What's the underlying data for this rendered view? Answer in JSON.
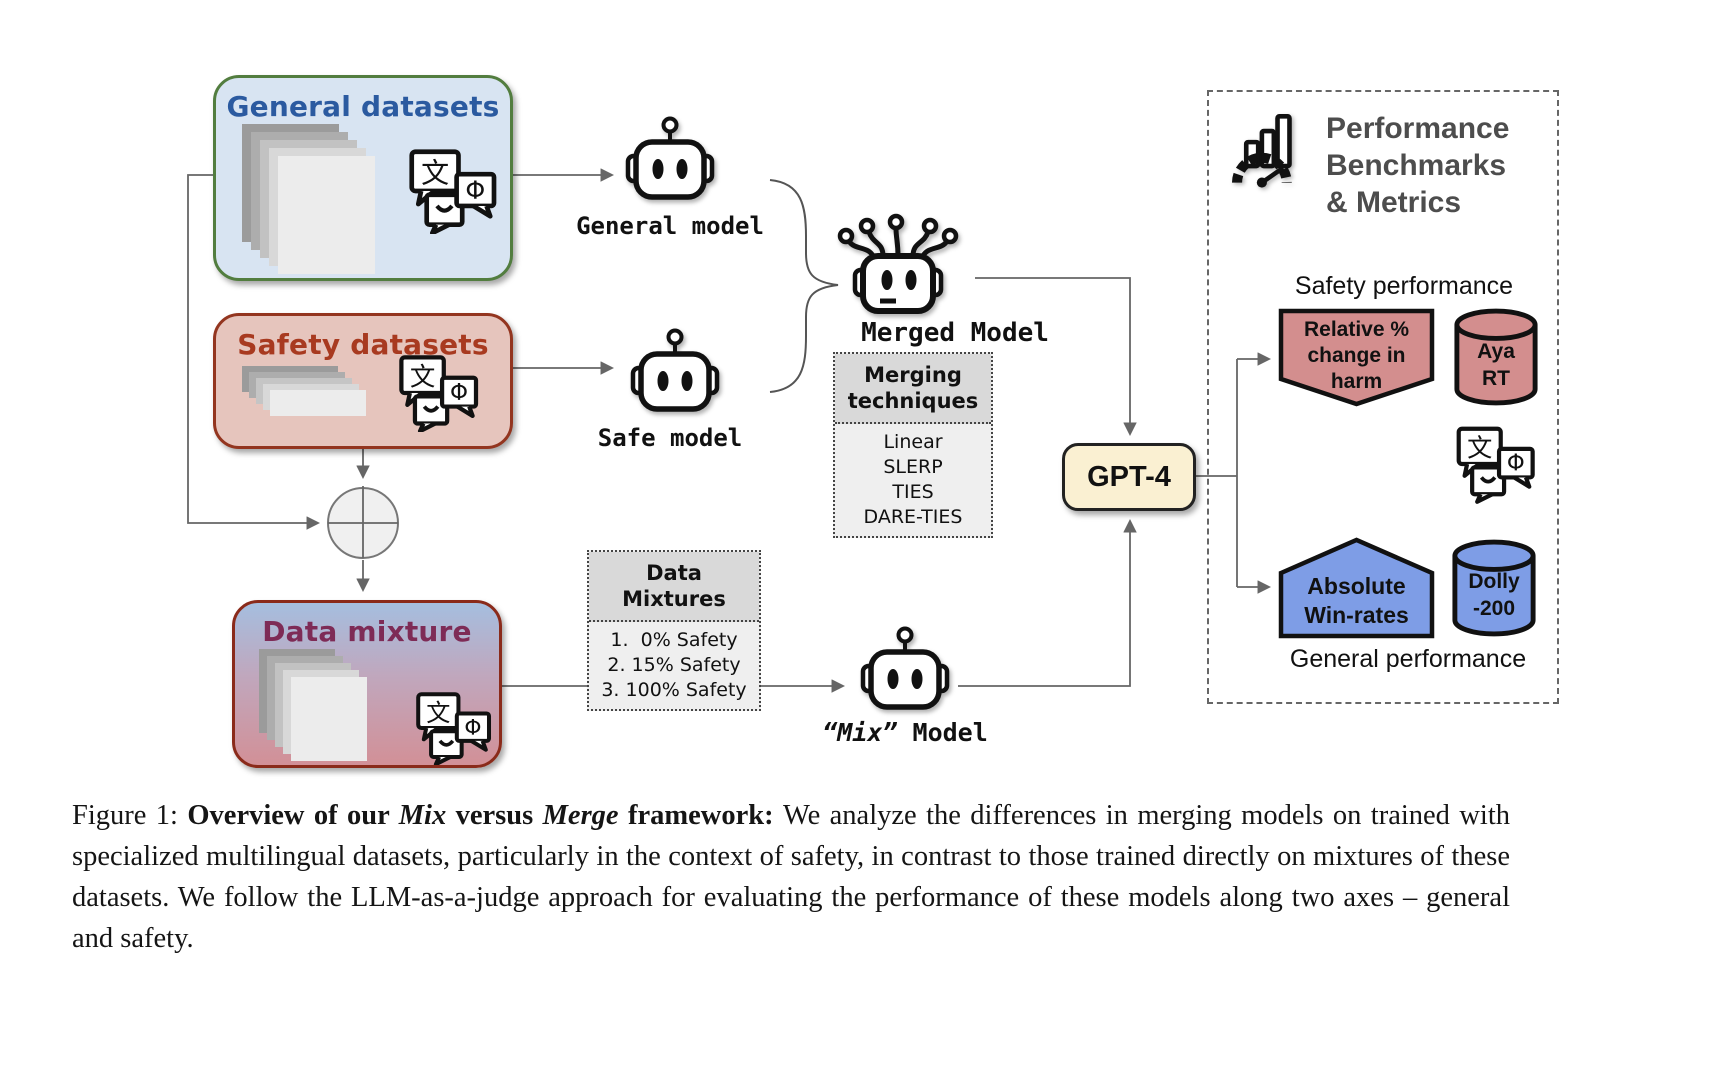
{
  "diagram": {
    "general_datasets": {
      "title": "General datasets"
    },
    "safety_datasets": {
      "title": "Safety datasets"
    },
    "data_mixture": {
      "title": "Data mixture"
    },
    "general_model_label": "General model",
    "safe_model_label": "Safe model",
    "merged_model_label": "Merged Model",
    "mix_model_label_quoted": "“Mix”",
    "mix_model_label_rest": " Model",
    "merging_techniques": {
      "title": "Merging techniques",
      "items": [
        "Linear",
        "SLERP",
        "TIES",
        "DARE-TIES"
      ]
    },
    "data_mixtures": {
      "title": "Data Mixtures",
      "items": [
        "1.  0% Safety",
        "2. 15% Safety",
        "3. 100% Safety"
      ]
    },
    "judge_label": "GPT-4",
    "results_panel": {
      "title_lines": [
        "Performance",
        "Benchmarks",
        "& Metrics"
      ],
      "safety_performance_label": "Safety performance",
      "general_performance_label": "General performance",
      "safety_metric_lines": [
        "Relative %",
        "change in",
        "harm"
      ],
      "safety_benchmark_lines": [
        "Aya",
        "RT"
      ],
      "general_metric_lines": [
        "Absolute",
        "Win-rates"
      ],
      "general_benchmark_lines": [
        "Dolly",
        "-200"
      ]
    },
    "icons": {
      "translation_chat_icon_glyphs": [
        "文",
        "Φ"
      ],
      "benchmark_gauge_icon": "speedometer-with-bars",
      "combine_node_symbol": "⊕"
    },
    "colors": {
      "general_box_bg": "#d8e4f2",
      "general_box_border": "#527d3f",
      "general_title": "#2b5aa0",
      "safety_box_bg": "#e6c5bd",
      "safety_box_border": "#93351f",
      "safety_title": "#a83a20",
      "mixture_title": "#7e2b56",
      "gpt4_bg": "#faf0d2",
      "safety_metric_fill": "#d38e8e",
      "general_metric_fill": "#7e9de6",
      "arrow": "#666666"
    }
  },
  "caption": {
    "figure_label": "Figure 1: ",
    "bold_intro": "Overview of our ",
    "italic_mix": "Mix",
    "bold_versus": " versus ",
    "italic_merge": "Merge",
    "bold_framework": " framework: ",
    "body": "We analyze the differences in merging models on trained with specialized multilingual datasets, particularly in the context of safety, in contrast to those trained directly on mixtures of these datasets. We follow the LLM-as-a-judge approach for evaluating the performance of these models along two axes – general and safety."
  }
}
